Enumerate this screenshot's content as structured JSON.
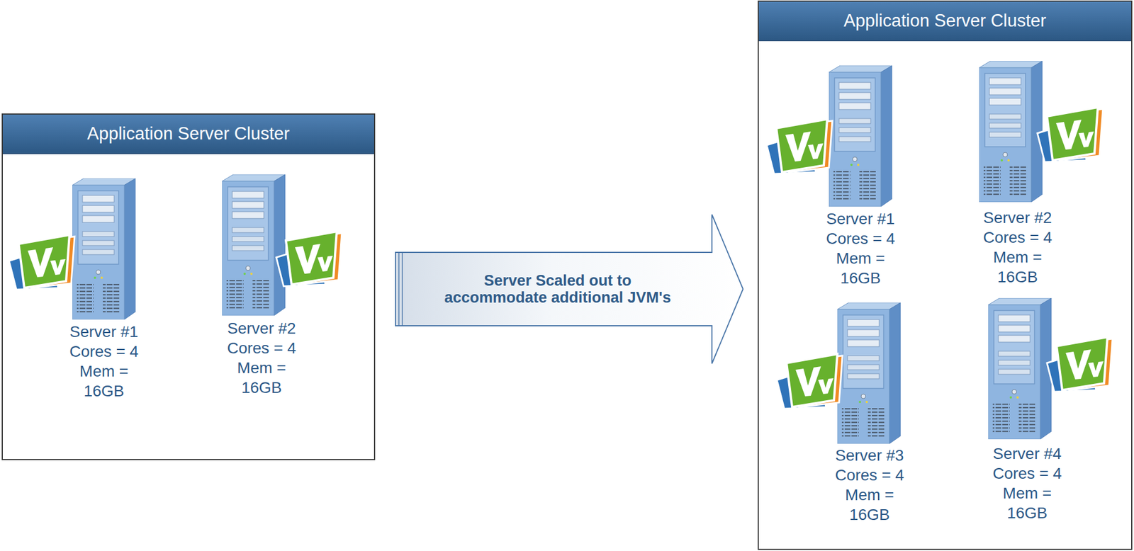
{
  "diagram": {
    "nodes": [
      {
        "text": [
          "Application Server Cluster"
        ]
      },
      {
        "text": [
          "Server #1 Cores = 4 Mem = 16GB"
        ],
        "in": 0
      },
      {
        "text": [
          "Server #2 Cores = 4 Mem = 16GB"
        ],
        "in": 0
      },
      {
        "text": [
          "Application Server Cluster"
        ]
      },
      {
        "text": [
          "Server #1 Cores = 4 Mem = 16GB"
        ],
        "in": 3
      },
      {
        "text": [
          "Server #2 Cores = 4 Mem = 16GB"
        ],
        "in": 3
      },
      {
        "text": [
          "Server #3 Cores = 4 Mem = 16GB"
        ],
        "in": 3
      },
      {
        "text": [
          "Server #4 Cores = 4 Mem = 16GB"
        ],
        "in": 3
      }
    ],
    "edges": [
      {
        "from": 0,
        "to": 3,
        "arrow": "to",
        "label": "Server Scaled out to accommodate additional JVM's"
      }
    ]
  }
}
